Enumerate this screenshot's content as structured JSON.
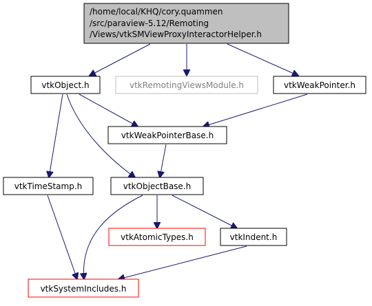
{
  "colors": {
    "root_fill": "#bfbfbf",
    "node_stroke": "#000000",
    "node_fill": "#ffffff",
    "external_stroke": "#bfbfbf",
    "external_text": "#808080",
    "missing_stroke": "#ff0000",
    "edge": "#191970"
  },
  "nodes": {
    "root": {
      "line1": "/home/local/KHQ/cory.quammen",
      "line2": "/src/paraview-5.12/Remoting",
      "line3": "/Views/vtkSMViewProxyInteractorHelper.h"
    },
    "vtk_object": "vtkObject.h",
    "vtk_remoting_views_module": "vtkRemotingViewsModule.h",
    "vtk_weak_pointer": "vtkWeakPointer.h",
    "vtk_weak_pointer_base": "vtkWeakPointerBase.h",
    "vtk_time_stamp": "vtkTimeStamp.h",
    "vtk_object_base": "vtkObjectBase.h",
    "vtk_atomic_types": "vtkAtomicTypes.h",
    "vtk_indent": "vtkIndent.h",
    "vtk_system_includes": "vtkSystemIncludes.h"
  }
}
